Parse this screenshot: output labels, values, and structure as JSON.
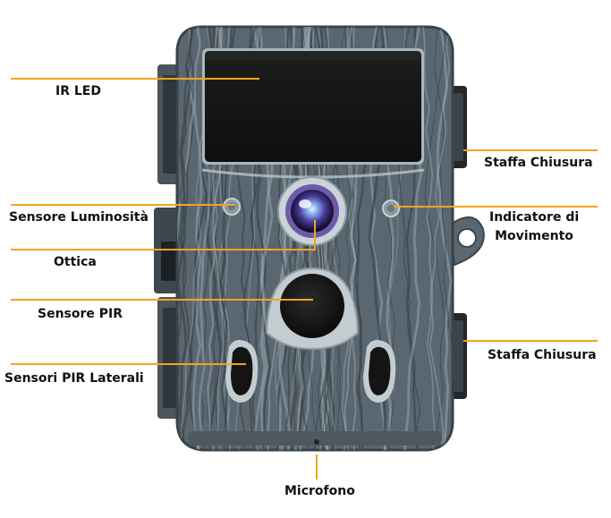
{
  "colors": {
    "leader_line": "#f2a51a",
    "camera_body": "#5b6770",
    "camera_bark": "#3a454d",
    "camera_light": "#a3b2bb",
    "screen": "#141414",
    "lens_ring": "#6e5aa8"
  },
  "labels": {
    "ir_led": "IR LED",
    "staffa_top": "Staffa Chiusura",
    "sensore_luminosita": "Sensore Luminosità",
    "indicatore_line1": "Indicatore di",
    "indicatore_line2": "Movimento",
    "ottica": "Ottica",
    "sensore_pir": "Sensore PIR",
    "staffa_bottom": "Staffa Chiusura",
    "sensori_pir_laterali": "Sensori PIR Laterali",
    "microfono": "Microfono"
  }
}
